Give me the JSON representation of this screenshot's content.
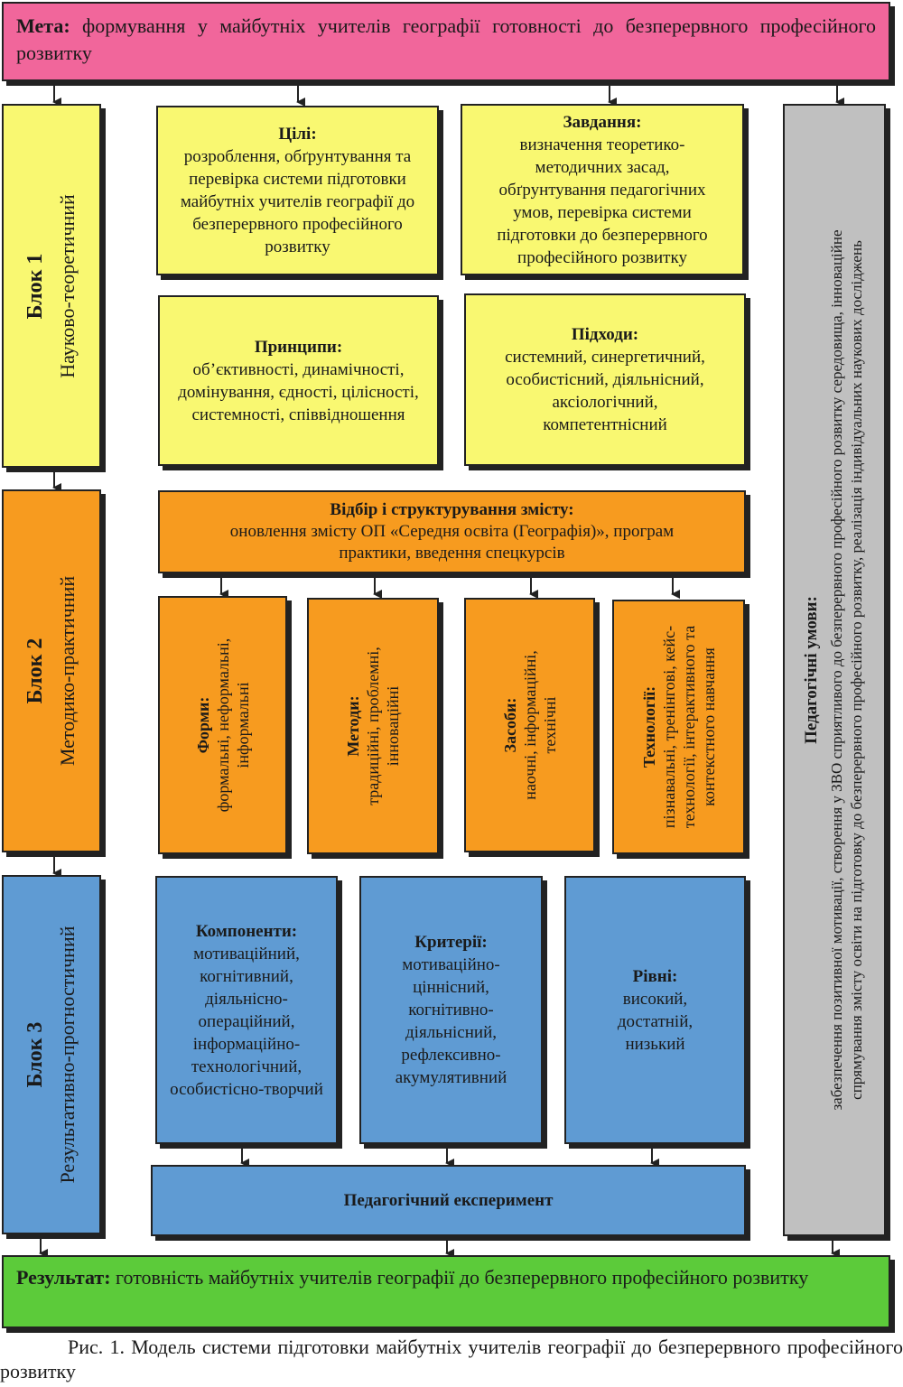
{
  "goal": {
    "label": "Мета:",
    "text": "формування у майбутніх учителів географії готовності до безперервного професійного розвитку"
  },
  "blocks": [
    {
      "title": "Блок 1",
      "subtitle": "Науково-теоретичний"
    },
    {
      "title": "Блок 2",
      "subtitle": "Методико-практичний"
    },
    {
      "title": "Блок 3",
      "subtitle": "Результативно-прогностичний"
    }
  ],
  "block1": {
    "goals": {
      "title": "Цілі:",
      "text": "розроблення, обґрунтування та перевірка системи підготовки майбутніх учителів географії до безперервного професійного розвитку"
    },
    "tasks": {
      "title": "Завдання:",
      "text": "визначення теоретико-методичних засад, обґрунтування педагогічних умов, перевірка системи підготовки до безперервного професійного розвитку"
    },
    "principles": {
      "title": "Принципи:",
      "text": "об’єктивності, динамічності, домінування, єдності, цілісності, системності, співвідношення"
    },
    "approaches": {
      "title": "Підходи:",
      "text": "системний, синергетичний, особистісний, діяльнісний, аксіологічний, компетентнісний"
    }
  },
  "block2": {
    "content": {
      "title": "Відбір і структурування змісту:",
      "text": "оновлення змісту ОП «Середня освіта (Географія)», програм практики, введення спецкурсів"
    },
    "forms": {
      "title": "Форми:",
      "line1": "формальні, неформальні,",
      "line2": "інформальні"
    },
    "methods": {
      "title": "Методи:",
      "line1": "традиційні, проблемні,",
      "line2": "інноваційні"
    },
    "means": {
      "title": "Засоби:",
      "line1": "наочні, інформаційні,",
      "line2": "технічні"
    },
    "technologies": {
      "title": "Технології:",
      "line1": "пізнавальні, тренінгові, кейс-",
      "line2": "технології, інтерактивного та",
      "line3": "контекстного навчання"
    }
  },
  "block3": {
    "components": {
      "title": "Компоненти:",
      "text": "мотиваційний, когнітивний, діяльнісно-операційний, інформаційно-технологічний, особистісно-творчий"
    },
    "criteria": {
      "title": "Критерії:",
      "text": "мотиваційно-ціннісний, когнітивно-діяльнісний, рефлексивно-акумулятивний"
    },
    "levels": {
      "title": "Рівні:",
      "text": "високий, достатній, низький"
    },
    "experiment": "Педагогічний експеримент"
  },
  "conditions": {
    "title": "Педагогічні умови:",
    "line1": "забезпечення позитивної мотивації, створення у ЗВО сприятливого до безперервного професійного розвитку середовища, інноваційне",
    "line2": "спрямування змісту освіти на підготовку до безперервного професійного розвитку, реалізація індивідуальних наукових досліджень"
  },
  "result": {
    "label": "Результат:",
    "text": "готовність майбутніх учителів географії до безперервного професійного розвитку"
  },
  "caption": "Рис. 1. Модель системи підготовки майбутніх учителів географії до безперервного професійного розвитку",
  "colors": {
    "goal": "#f1669b",
    "theory": "#f9f871",
    "practice": "#f79b1f",
    "results": "#5f9bd3",
    "conditions": "#c0c0c0",
    "result": "#5ccb3a"
  }
}
